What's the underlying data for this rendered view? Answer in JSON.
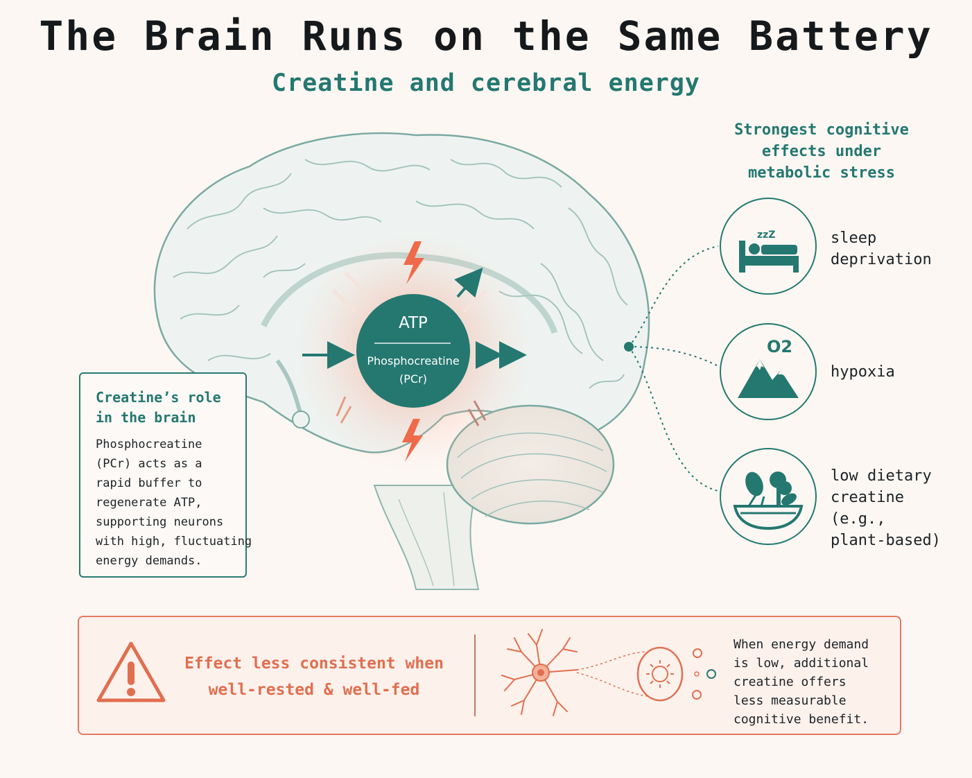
{
  "header": {
    "title": "The Brain Runs on the Same Battery",
    "subtitle": "Creatine and cerebral energy"
  },
  "center": {
    "atp": "ATP",
    "pcr_lines": [
      "Phosphocreatine",
      "(PCr)"
    ]
  },
  "stress": {
    "heading_lines": [
      "Strongest cognitive",
      "effects under",
      "metabolic stress"
    ],
    "items": [
      {
        "icon": "sleep-bed-icon",
        "extra": "zzZ",
        "lines": [
          "sleep",
          "deprivation"
        ]
      },
      {
        "icon": "mountain-oxygen-icon",
        "extra": "O2",
        "lines": [
          "hypoxia"
        ]
      },
      {
        "icon": "vegetable-bowl-icon",
        "lines": [
          "low dietary",
          "creatine",
          "(e.g.,",
          "plant-based)"
        ]
      }
    ]
  },
  "role": {
    "heading_lines": [
      "Creatine’s role",
      "in the brain"
    ],
    "body_lines": [
      "Phosphocreatine",
      "(PCr) acts as a",
      "rapid buffer to",
      "regenerate ATP,",
      "supporting neurons",
      "with high, fluctuating",
      "energy demands."
    ]
  },
  "bottom": {
    "warning_lines": [
      "Effect less consistent when",
      "well-rested & well-fed"
    ],
    "note_lines": [
      "When energy demand",
      "is low, additional",
      "creatine offers",
      "less measurable",
      "cognitive benefit."
    ]
  },
  "colors": {
    "teal": "#247870",
    "coral": "#e06f4f",
    "background": "#fcf7f3"
  }
}
